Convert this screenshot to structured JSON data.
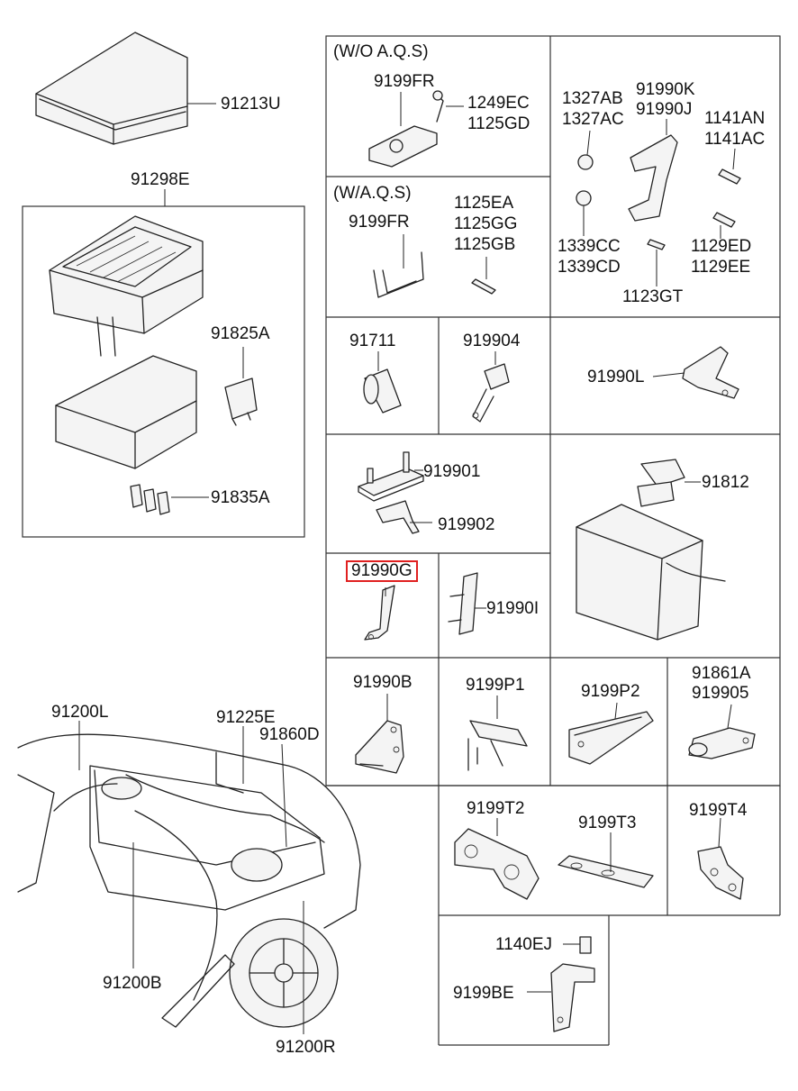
{
  "labels": {
    "fuse_cover": "91213U",
    "junction_box": "91298E",
    "relay": "91825A",
    "fuses": "91835A",
    "wo_aqs": "(W/O A.Q.S)",
    "wo_bracket": "9199FR",
    "wo_bolt_a": "1249EC",
    "wo_bolt_b": "1125GD",
    "w_aqs": "(W/A.Q.S)",
    "w_bracket": "9199FR",
    "w_bolt_a": "1125EA",
    "w_bolt_b": "1125GG",
    "w_bolt_c": "1125GB",
    "nut_a": "1327AB",
    "nut_b": "1327AC",
    "bracket_k": "91990K",
    "bracket_j": "91990J",
    "bolt_an": "1141AN",
    "bolt_ac": "1141AC",
    "nut_cc": "1339CC",
    "nut_cd": "1339CD",
    "bolt_ed": "1129ED",
    "bolt_ee": "1129EE",
    "bolt_gt": "1123GT",
    "grommet": "91711",
    "clip_904": "919904",
    "bracket_l": "91990L",
    "clip_901": "919901",
    "clip_902": "919902",
    "battery_cable": "91812",
    "bracket_g": "91990G",
    "bracket_i": "91990I",
    "bracket_b": "91990B",
    "bracket_p1": "9199P1",
    "bracket_p2": "9199P2",
    "clip_861a": "91861A",
    "clip_905": "919905",
    "harness_l": "91200L",
    "harness_225e": "91225E",
    "harness_860d": "91860D",
    "harness_b": "91200B",
    "harness_r": "91200R",
    "bracket_t2": "9199T2",
    "bracket_t3": "9199T3",
    "bracket_t4": "9199T4",
    "bolt_ej": "1140EJ",
    "bracket_be": "9199BE"
  },
  "highlight": {
    "part": "91990G",
    "color": "#e02020"
  }
}
